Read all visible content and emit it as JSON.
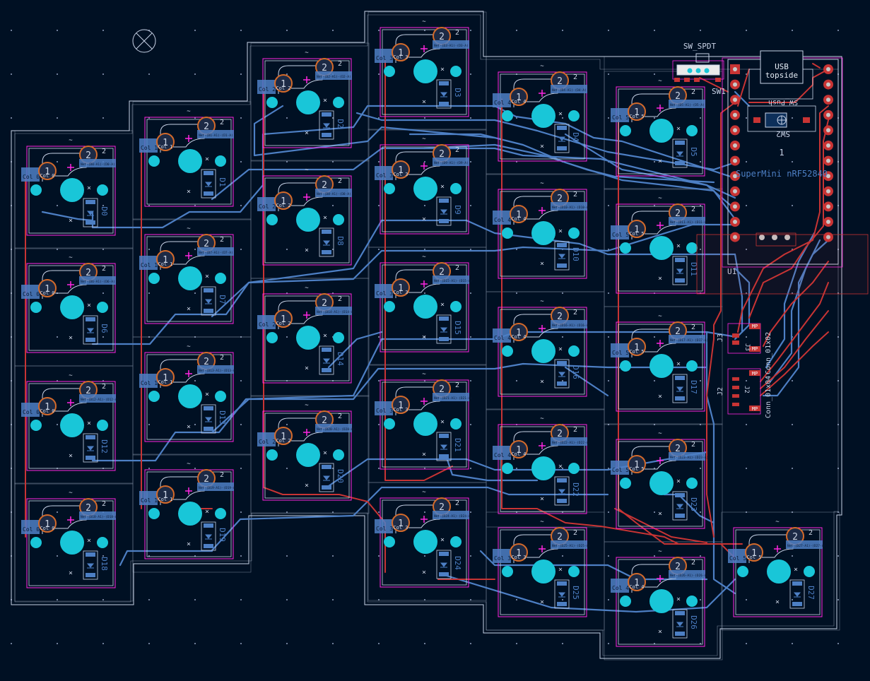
{
  "colors": {
    "background": "#001023",
    "outline": "#c8d2e6",
    "courtyard": "#ff26e2",
    "pad_copper": "#c83434",
    "front_trace": "#c83434",
    "back_trace": "#4d7fc4",
    "pad_cyan": "#19c6d8",
    "silk_label": "#4d7fc4",
    "silk_text": "#cdd6e6"
  },
  "labels": {
    "switch": "SW_SPDT",
    "switch_ref": "SW1",
    "usb_line1": "USB",
    "usb_line2": "topside",
    "controller": "SuperMini nRF52840",
    "controller_ref": "U1",
    "controller_pin": "1",
    "reset_ref": "SW2",
    "reset_flipped": "SW_Push",
    "j3_ref": "J3",
    "j2_ref": "J2",
    "connector": "Conn_01x04",
    "connector_tail": "Conn_01x02",
    "mp": "MP",
    "courtyard_mark": "~"
  },
  "keys": [
    {
      "col": "Col 0",
      "diode": "D0",
      "net": "Net-(D0-A1)-(D0-A)"
    },
    {
      "col": "Col 0",
      "diode": "D6",
      "net": "Net-(D6-A1)-(D6-A)"
    },
    {
      "col": "Col 0",
      "diode": "D12",
      "net": "Net-(D12-A1)-(D12-A)"
    },
    {
      "col": "Col 0",
      "diode": "D18",
      "net": "Net-(D18-A1)-(D18-A)"
    },
    {
      "col": "Col 1",
      "diode": "D1",
      "net": "Net-(D1-A1)-(D1-A)"
    },
    {
      "col": "Col 1",
      "diode": "D7",
      "net": "Net-(D7-A1)-(D7-A)"
    },
    {
      "col": "Col 1",
      "diode": "D13",
      "net": "Net-(D13-A1)-(D13-A)"
    },
    {
      "col": "Col 1",
      "diode": "D19",
      "net": "Net-(D19-A1)-(D19-A)"
    },
    {
      "col": "Col 2",
      "diode": "D2",
      "net": "Net-(D2-A1)-(D2-A)"
    },
    {
      "col": "Col 2",
      "diode": "D8",
      "net": "Net-(D8-A1)-(D8-A)"
    },
    {
      "col": "Col 2",
      "diode": "D14",
      "net": "Net-(D14-A1)-(D14-A)"
    },
    {
      "col": "Col 2",
      "diode": "D20",
      "net": "Net-(D20-A1)-(D20-A)"
    },
    {
      "col": "Col 3",
      "diode": "D3",
      "net": "Net-(D3-A1)-(D3-A)"
    },
    {
      "col": "Col 3",
      "diode": "D9",
      "net": "Net-(D9-A1)-(D9-A)"
    },
    {
      "col": "Col 3",
      "diode": "D15",
      "net": "Net-(D15-A1)-(D15-A)"
    },
    {
      "col": "Col 3",
      "diode": "D21",
      "net": "Net-(D21-A1)-(D21-A)"
    },
    {
      "col": "Col 3",
      "diode": "D24",
      "net": "Net-(D24-A1)-(D24-A)"
    },
    {
      "col": "Col 4",
      "diode": "D4",
      "net": "Net-(D4-A1)-(D4-A)"
    },
    {
      "col": "Col 4",
      "diode": "D10",
      "net": "Net-(D10-A1)-(D10-A)"
    },
    {
      "col": "Col 4",
      "diode": "D16",
      "net": "Net-(D16-A1)-(D16-A)"
    },
    {
      "col": "Col 4",
      "diode": "D22",
      "net": "Net-(D22-A1)-(D22-A)"
    },
    {
      "col": "Col 3",
      "diode": "D25",
      "net": "Net-(D25-A1)-(D25-A)"
    },
    {
      "col": "Col 5",
      "diode": "D5",
      "net": "Net-(D5-A1)-(D5-A)"
    },
    {
      "col": "Col 5",
      "diode": "D11",
      "net": "Net-(D11-A1)-(D11-A)"
    },
    {
      "col": "Col 5",
      "diode": "D17",
      "net": "Net-(D17-A1)-(D17-A)"
    },
    {
      "col": "Col 5",
      "diode": "D23",
      "net": "Net-(D23-A1)-(D23-A)"
    },
    {
      "col": "Col 4",
      "diode": "D26",
      "net": "Net-(D26-A1)-(D26-A)"
    },
    {
      "col": "Col 5",
      "diode": "D27",
      "net": "Net-(D27-A1)-(D27-A)"
    }
  ]
}
